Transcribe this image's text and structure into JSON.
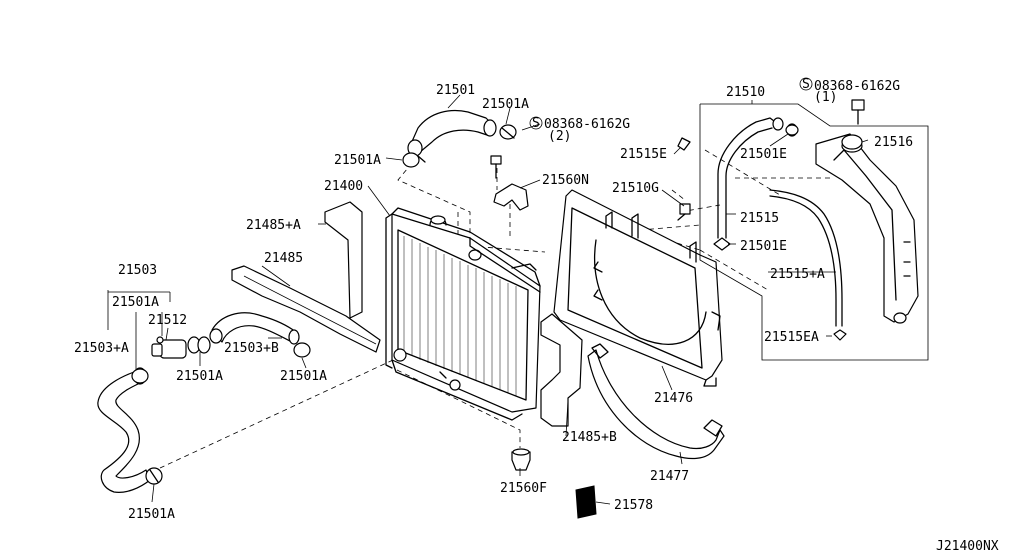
{
  "diagram_id": "J21400NX",
  "bolt_symbol": "S",
  "labels": {
    "p21501": "21501",
    "p21501A_top": "21501A",
    "p08368_2_code": "08368-6162G",
    "p08368_2_qty": "(2)",
    "p21501A_mid": "21501A",
    "p21560N": "21560N",
    "p21400": "21400",
    "p21485A": "21485+A",
    "p21485": "21485",
    "p21503": "21503",
    "p21501A_left": "21501A",
    "p21512": "21512",
    "p21503A": "21503+A",
    "p21503B": "21503+B",
    "p21501A_c1": "21501A",
    "p21501A_c2": "21501A",
    "p21501A_bottom": "21501A",
    "p21560F": "21560F",
    "p21485B": "21485+B",
    "p21476": "21476",
    "p21477": "21477",
    "p21578": "21578",
    "p21510": "21510",
    "p08368_1_code": "08368-6162G",
    "p08368_1_qty": "(1)",
    "p21516": "21516",
    "p21515E": "21515E",
    "p21501E_top": "21501E",
    "p21510G": "21510G",
    "p21515": "21515",
    "p21501E_bottom": "21501E",
    "p21515A": "21515+A",
    "p21515EA": "21515EA"
  }
}
